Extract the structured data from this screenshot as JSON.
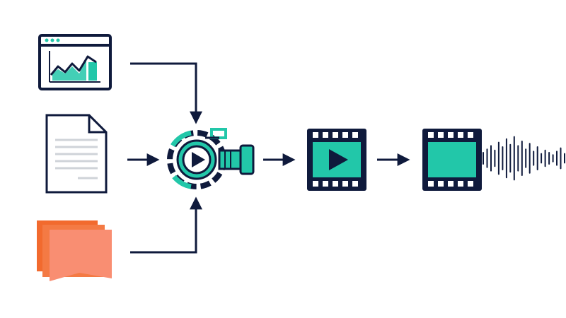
{
  "colors": {
    "background": "#ffffff",
    "navy": "#0f1a3c",
    "teal": "#22c7a9",
    "coral": "#f98e72",
    "orange": "#f26a2e",
    "paper_lines": "#cfd3d8",
    "paper": "#ffffff"
  },
  "inputs": [
    {
      "kind": "browser-chart",
      "icon": "browser-chart-icon"
    },
    {
      "kind": "text-document",
      "icon": "document-icon"
    },
    {
      "kind": "slide-stack",
      "icon": "slides-stack-icon"
    }
  ],
  "processor": {
    "icon": "video-processor-icon"
  },
  "outputs": [
    {
      "kind": "video",
      "icon": "video-film-play-icon"
    },
    {
      "kind": "video-with-audio",
      "icon": "film-audio-waveform-icon"
    }
  ],
  "waveform": {
    "bars": [
      0.25,
      0.4,
      0.55,
      0.35,
      0.7,
      0.5,
      0.85,
      0.6,
      0.95,
      0.55,
      0.75,
      0.4,
      0.65,
      0.3,
      0.5,
      0.2,
      0.35,
      0.25,
      0.15,
      0.3,
      0.45,
      0.2
    ]
  }
}
